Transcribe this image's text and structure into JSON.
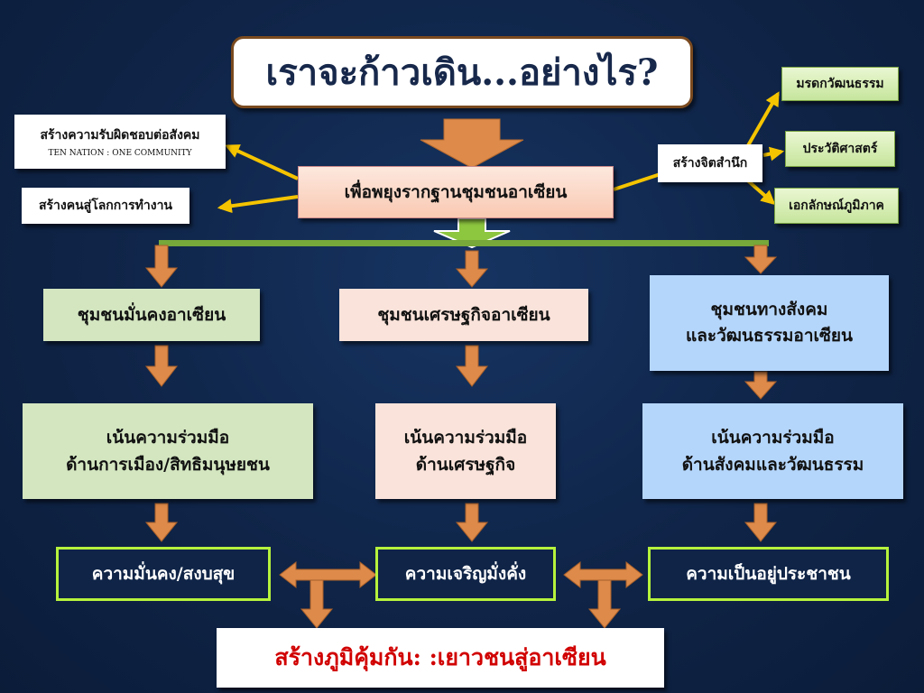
{
  "title": "เราจะก้าวเดิน...อย่างไร?",
  "center": "เพื่อพยุงรากฐานชุมชนอาเซียน",
  "left_top": {
    "line1": "สร้างความรับผิดชอบต่อสังคม",
    "line2": "TEN NATION : ONE COMMUNITY"
  },
  "left_bottom": "สร้างคนสู่โลกการทำงาน",
  "conscience": "สร้างจิตสำนึก",
  "right_items": [
    "มรดกวัฒนธรรม",
    "ประวัติศาสตร์",
    "เอกลักษณ์ภูมิภาค"
  ],
  "pillars": [
    {
      "title": "ชุมชนมั่นคงอาเซียน",
      "focus": [
        "เน้นความร่วมมือ",
        "ด้านการเมือง/สิทธิมนุษยชน"
      ],
      "result": "ความมั่นคง/สงบสุข"
    },
    {
      "title": "ชุมชนเศรษฐกิจอาเซียน",
      "focus": [
        "เน้นความร่วมมือ",
        "ด้านเศรษฐกิจ"
      ],
      "result": "ความเจริญมั่งคั่ง"
    },
    {
      "title": [
        "ชุมชนทางสังคม",
        "และวัฒนธรรมอาเซียน"
      ],
      "focus": [
        "เน้นความร่วมมือ",
        "ด้านสังคมและวัฒนธรรม"
      ],
      "result": "ความเป็นอยู่ประชาชน"
    }
  ],
  "bottom": "สร้างภูมิคุ้มกัน: :เยาวชนสู่อาเซียน",
  "colors": {
    "background": "#0f2447",
    "arrow_orange": "#dd8a4a",
    "arrow_yellow": "#f5c400",
    "connector_green": "#76a83a",
    "lime_border": "#b6f23c",
    "bottom_text": "#d10000"
  }
}
